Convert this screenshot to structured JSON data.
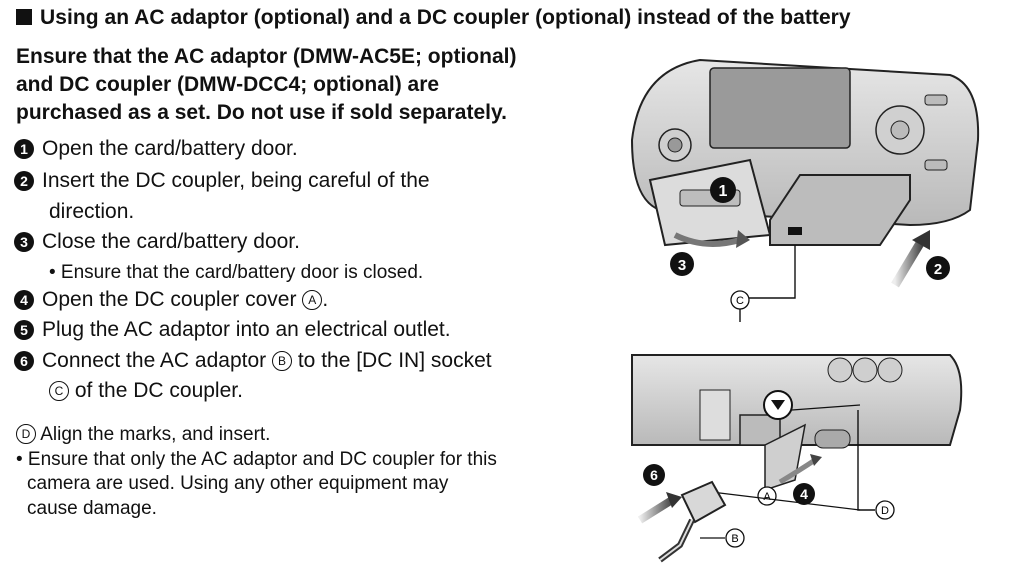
{
  "section": {
    "title": "Using an AC adaptor (optional) and a DC coupler (optional) instead of the battery"
  },
  "intro": {
    "line1": "Ensure that the AC adaptor (DMW-AC5E; optional)",
    "line2": "and DC coupler (DMW-DCC4; optional) are",
    "line3": "purchased as a set. Do not use if sold separately."
  },
  "steps": [
    {
      "num": "1",
      "text": "Open the card/battery door."
    },
    {
      "num": "2",
      "text": "Insert the DC coupler, being careful of the",
      "text2": "direction."
    },
    {
      "num": "3",
      "text": "Close the card/battery door.",
      "bullet": "• Ensure that the card/battery door is closed."
    },
    {
      "num": "4",
      "text": "Open the DC coupler cover",
      "mark": "A"
    },
    {
      "num": "5",
      "text": "Plug the AC adaptor into an electrical outlet."
    },
    {
      "num": "6",
      "text": "Connect the AC adaptor",
      "mark": "B",
      "text_b": "to the [DC IN] socket",
      "mark2": "C",
      "text2": "of the DC coupler."
    }
  ],
  "notes": {
    "mark": "D",
    "align": "Align the marks, and insert.",
    "bullet_l1": "• Ensure that only the AC adaptor and DC coupler for this",
    "bullet_l2": "camera are used. Using any other equipment may",
    "bullet_l3": "cause damage."
  },
  "illustration": {
    "callouts": [
      "1",
      "2",
      "3",
      "4",
      "6"
    ],
    "labels": [
      "A",
      "B",
      "C",
      "D"
    ]
  }
}
